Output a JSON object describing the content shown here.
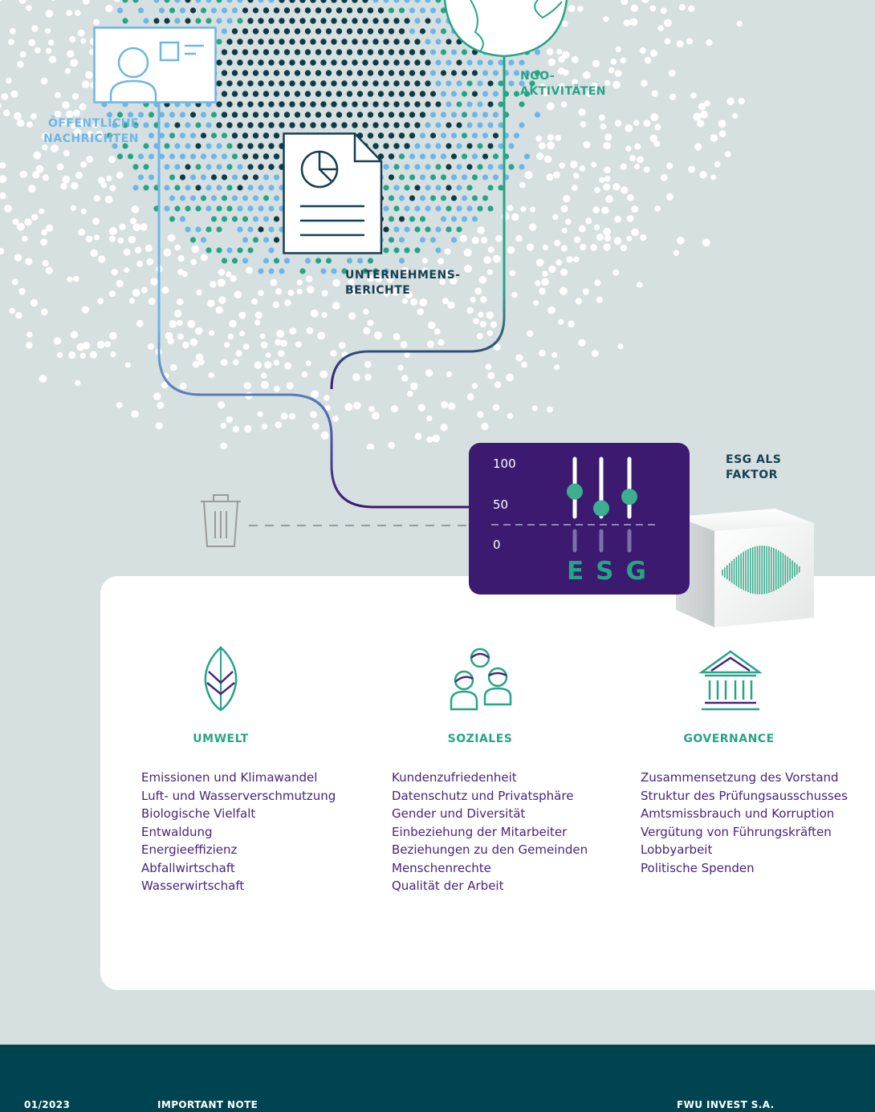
{
  "sources": {
    "public_news": "ÖFFENTLICHE\nNACHRICHTEN",
    "ngo": "NGO-\nAKTIVITÄTEN",
    "reports": "UNTERNEHMENS-\nBERICHTE"
  },
  "esg_factor": "ESG ALS\nFAKTOR",
  "scale": {
    "high": "100",
    "mid": "50",
    "low": "0"
  },
  "sliders": {
    "E": 0.63,
    "S": 0.34,
    "G": 0.54
  },
  "esg_letters": "ESG",
  "columns": [
    {
      "title": "UMWELT",
      "items": [
        "Emissionen und Klimawandel",
        "Luft- und Wasserverschmutzung",
        "Biologische Vielfalt",
        "Entwaldung",
        "Energieeffizienz",
        "Abfallwirtschaft",
        "Wasserwirtschaft"
      ]
    },
    {
      "title": "SOZIALES",
      "items": [
        "Kundenzufriedenheit",
        "Datenschutz und Privatsphäre",
        "Gender und Diversität",
        "Einbeziehung der Mitarbeiter",
        "Beziehungen zu den Gemeinden",
        "Menschenrechte",
        "Qualität der Arbeit"
      ]
    },
    {
      "title": "GOVERNANCE",
      "items": [
        "Zusammensetzung des Vorstand",
        "Struktur des Prüfungsausschusses",
        "Amtsmissbrauch und Korruption",
        "Vergütung von Führungskräften",
        "Lobbyarbeit",
        "Politische Spenden"
      ]
    }
  ],
  "footer": {
    "date": "01/2023",
    "note": "IMPORTANT NOTE",
    "company": "FWU INVEST S.A."
  },
  "colors": {
    "teal": "#26a486",
    "purple": "#3b1a70",
    "blue": "#6eb6e6",
    "dark_teal": "#004351"
  }
}
